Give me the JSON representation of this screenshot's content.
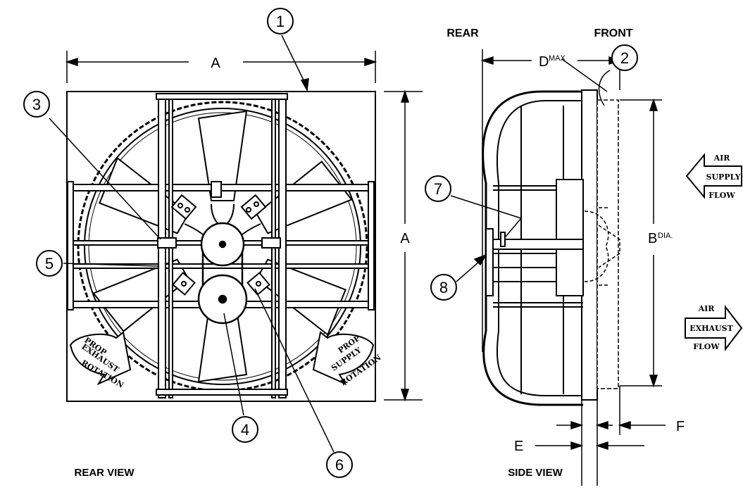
{
  "views": {
    "rear_title": "REAR VIEW",
    "side_title": "SIDE VIEW",
    "rear_label": "REAR",
    "front_label": "FRONT"
  },
  "dimensions": {
    "a_width": "A",
    "a_height": "A",
    "d_letter": "D",
    "d_sup": "MAX",
    "b_letter": "B",
    "b_sup": "DIA.",
    "e": "E",
    "f": "F"
  },
  "callouts": [
    "1",
    "2",
    "3",
    "4",
    "5",
    "6",
    "7",
    "8"
  ],
  "rotation_arrows": {
    "exhaust": [
      "PROP",
      "EXHAUST",
      "ROTATION"
    ],
    "supply": [
      "PROP",
      "SUPPLY",
      "ROTATION"
    ]
  },
  "flow_arrows": {
    "supply": [
      "AIR",
      "SUPPLY",
      "FLOW"
    ],
    "exhaust": [
      "AIR",
      "EXHAUST",
      "FLOW"
    ]
  }
}
